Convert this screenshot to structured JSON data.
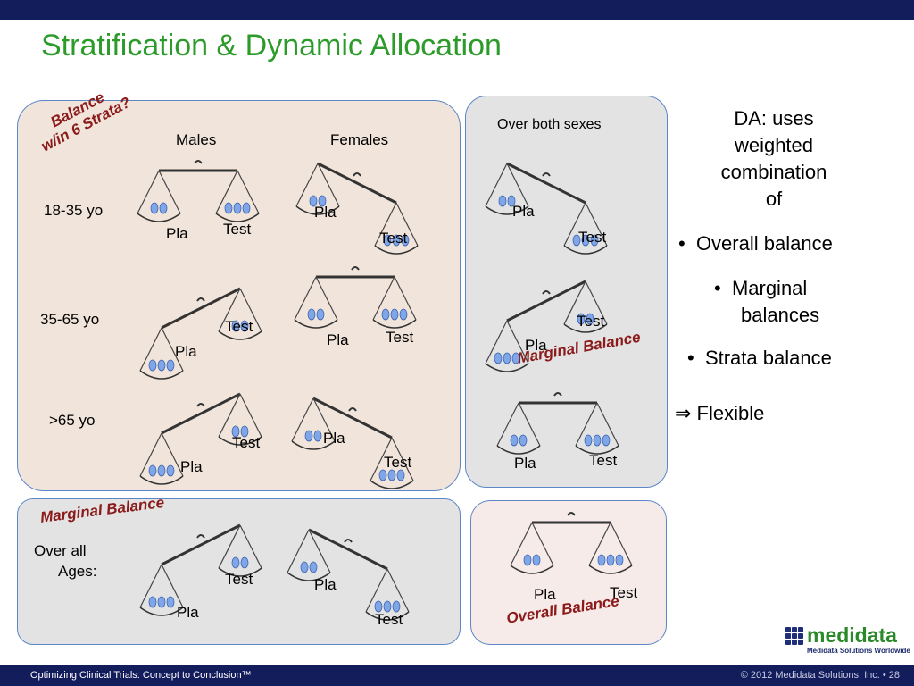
{
  "title": "Stratification & Dynamic Allocation",
  "strata_note": "Balance w/in 6 Strata?",
  "strata_note_lines": [
    "Balance",
    "w/in 6 Strata?"
  ],
  "columns": {
    "males": "Males",
    "females": "Females",
    "both": "Over both sexes"
  },
  "rows": [
    "18-35 yo",
    "35-65 yo",
    ">65 yo"
  ],
  "scale_labels": {
    "placebo": "Pla",
    "test": "Test"
  },
  "marginal_balance": "Marginal Balance",
  "overall_balance": "Overall Balance",
  "over_all_ages": [
    "Over all",
    "Ages:"
  ],
  "side": {
    "da_text": [
      "DA:  uses",
      "weighted",
      "combination",
      "of"
    ],
    "bullets": [
      "Overall balance",
      "Marginal balances",
      "Strata balance"
    ],
    "bullet_marginal_lines": [
      "Marginal",
      "balances"
    ],
    "flexible": "⇒ Flexible"
  },
  "footer": {
    "left": "Optimizing Clinical Trials: Concept to Conclusion™",
    "right": "© 2012 Medidata Solutions, Inc. • 28"
  },
  "logo": {
    "word": "medidata",
    "tagline": "Medidata Solutions Worldwide"
  },
  "colors": {
    "title": "#2d9b2a",
    "bars": "#141d5c",
    "panel_border": "#5b86c8",
    "subject": "#7fa7e8",
    "red_label": "#8b1a1a"
  }
}
